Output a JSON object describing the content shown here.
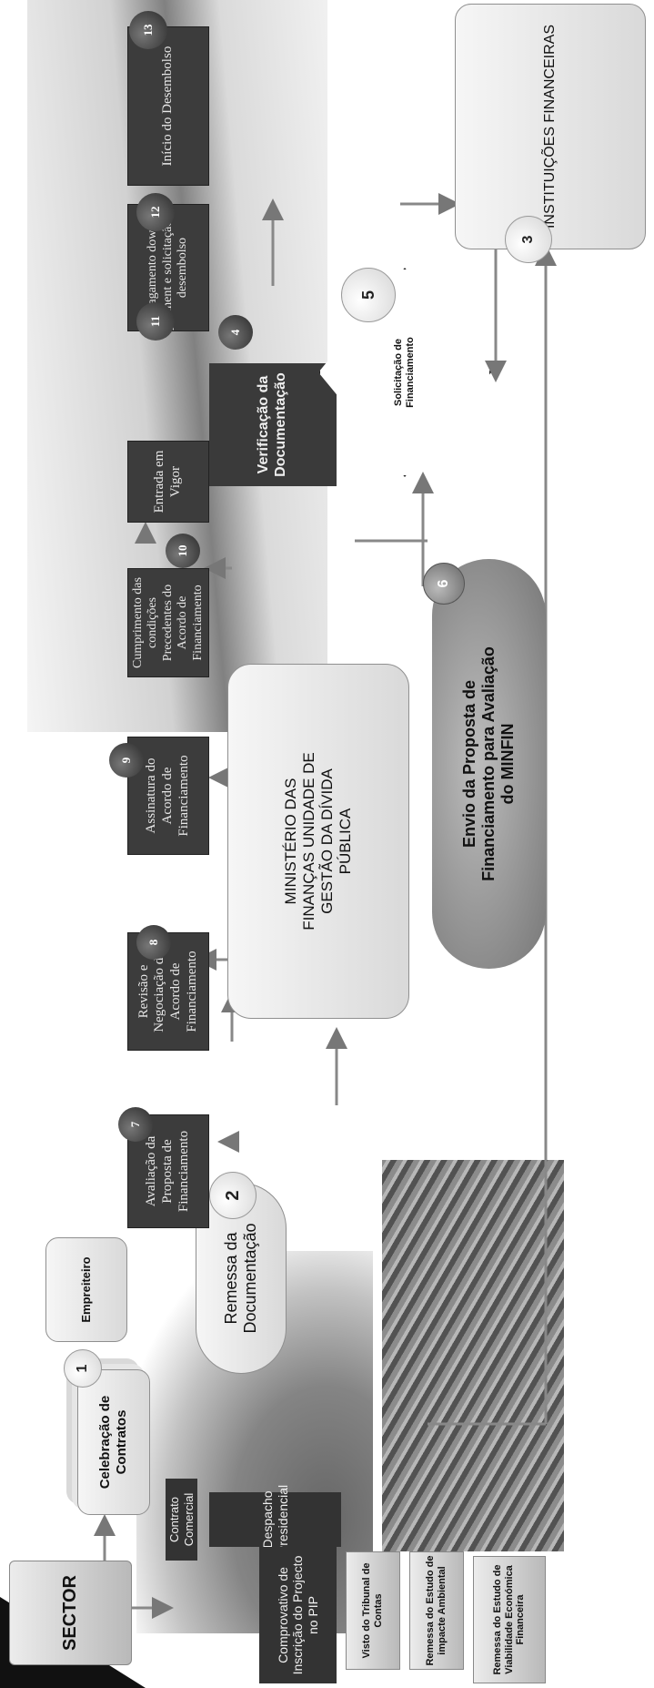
{
  "sector": "SECTOR",
  "contrato_comercial": "Contrato Comercial",
  "despacho": "Despacho Presidencial",
  "comprovativo": "Comprovativo de Inscrição do Projecto no PIP",
  "visto": "Visto do Tribunal de Contas",
  "impacto": "Remessa do Estudo de impacte Ambiental",
  "viabilidade": "Remessa do Estudo de Viabilidade Económica Financeira",
  "celebracao": "Celebração de Contratos",
  "empreiteiro": "Empreiteiro",
  "remessa": "Remessa da Documentação",
  "ministerio": "MINISTÉRIO DAS FINANÇAS UNIDADE DE GESTÃO DA DÍVIDA PÚBLICA",
  "envio": "Envio da Proposta de Financiamento para Avaliação do MINFIN",
  "instituicoes": "INSTITUIÇÕES FINANCEIRAS",
  "solicitacao": "Solicitação de Financiamento",
  "verificacao": "Verificação da Documentação",
  "step7": "Avaliação da Proposta de Financiamento",
  "step8": "Revisão e Negociação do Acordo de Financiamento",
  "step9": "Assinatura do Acordo de Financiamento",
  "step10": "Cumprimento das condições Precedentes do Acordo de Financiamento",
  "step11": "Entrada em Vigor",
  "step12": "Pagamento down payment e solicitação de desembolso",
  "step13": "Início do Desembolso",
  "numbers": {
    "n1": "1",
    "n2": "2",
    "n3": "3",
    "n4": "4",
    "n5": "5",
    "n6": "6",
    "n7": "7",
    "n8": "8",
    "n9": "9",
    "n10": "10",
    "n11": "11",
    "n12": "12",
    "n13": "13"
  }
}
